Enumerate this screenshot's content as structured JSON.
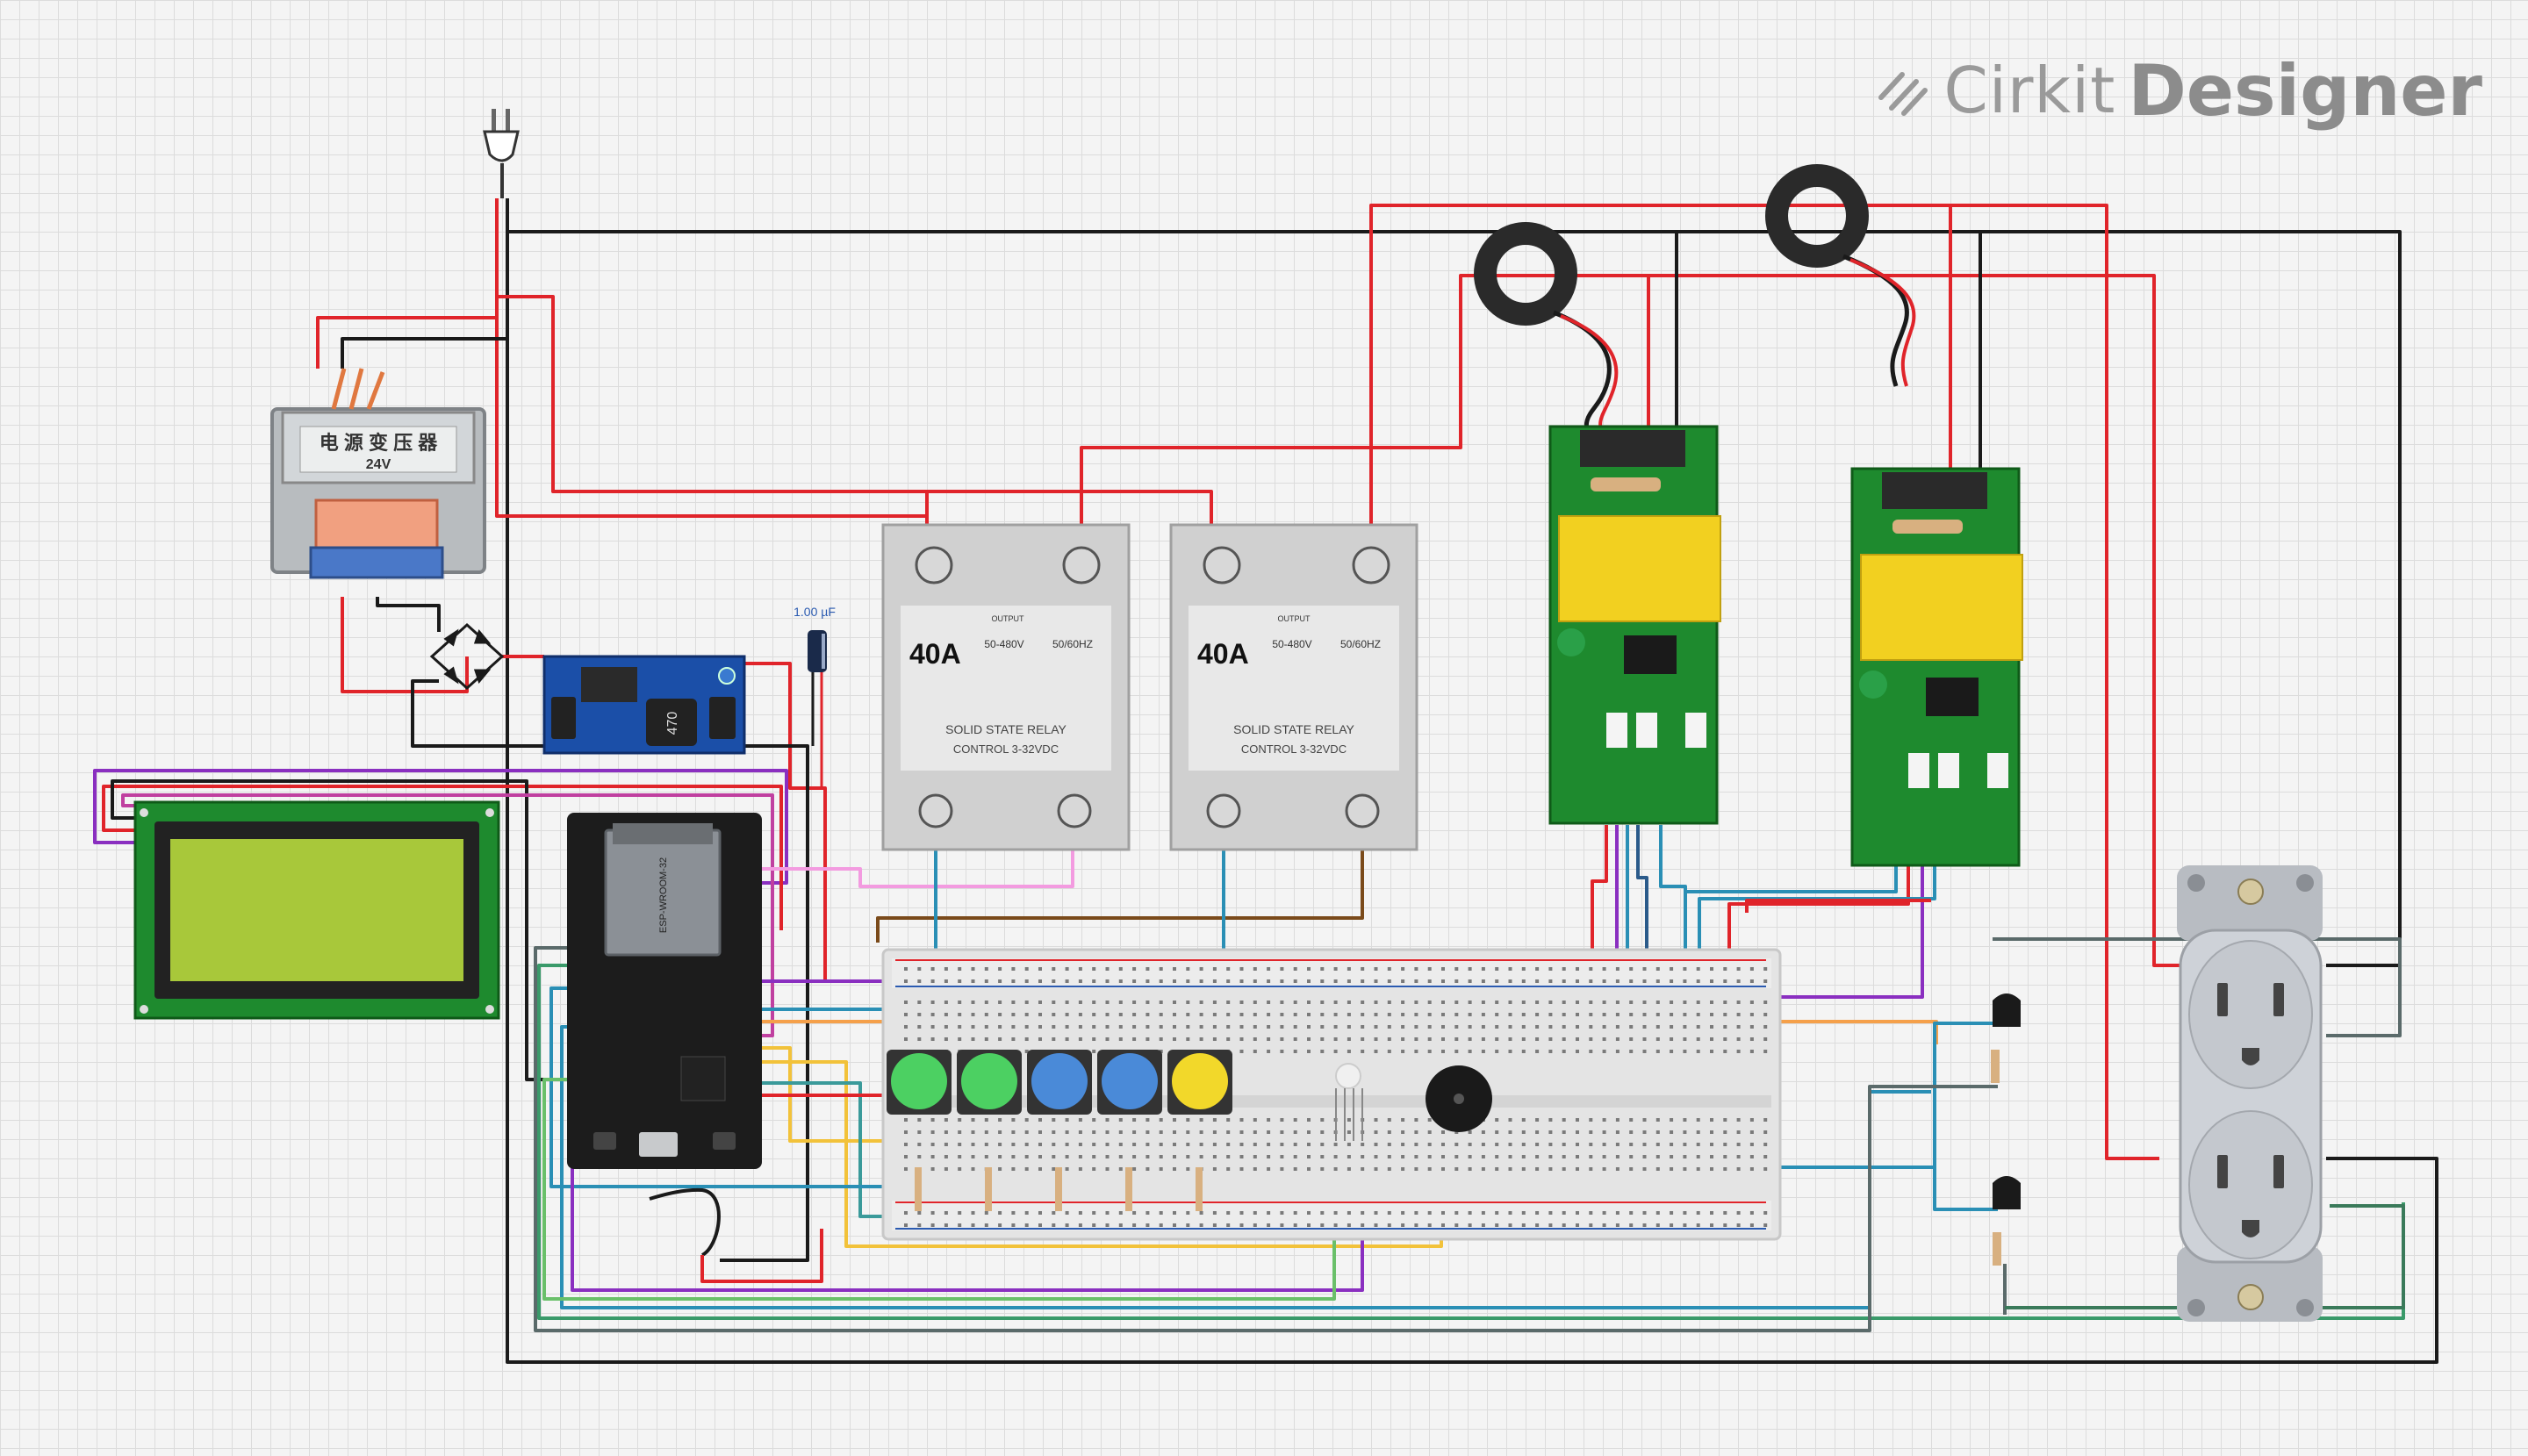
{
  "brand": {
    "name_light": "Cirkit",
    "name_bold": "Designer"
  },
  "transformer": {
    "label_cn": "电 源 变 压 器",
    "voltage": "24V"
  },
  "capacitor": {
    "value": "1.00 µF"
  },
  "buck_converter": {
    "inductor": "470"
  },
  "mcu": {
    "module": "ESP-WROOM-32"
  },
  "relays": [
    {
      "rating": "40A",
      "voltage": "50-480V",
      "freq": "50/60HZ",
      "output": "OUTPUT",
      "title": "SOLID STATE RELAY",
      "control": "CONTROL 3-32VDC"
    },
    {
      "rating": "40A",
      "voltage": "50-480V",
      "freq": "50/60HZ",
      "output": "OUTPUT",
      "title": "SOLID STATE RELAY",
      "control": "CONTROL 3-32VDC"
    }
  ],
  "pushbuttons": [
    "green",
    "green",
    "blue",
    "blue",
    "yellow"
  ],
  "colors": {
    "wire_red": "#e0242a",
    "wire_black": "#1a1a1a",
    "wire_blue": "#2a8fb5",
    "wire_purple": "#8a2fc0",
    "wire_pink": "#f39be0",
    "wire_yellow": "#f2c23a",
    "wire_orange": "#f5a04a",
    "wire_green": "#3a9a6a",
    "wire_brown": "#7a4a1a",
    "wire_gray": "#5a6a6a",
    "pcb_green": "#1e8a2e",
    "lcd_screen": "#a8c83a",
    "buck_blue": "#1b4fa8"
  }
}
